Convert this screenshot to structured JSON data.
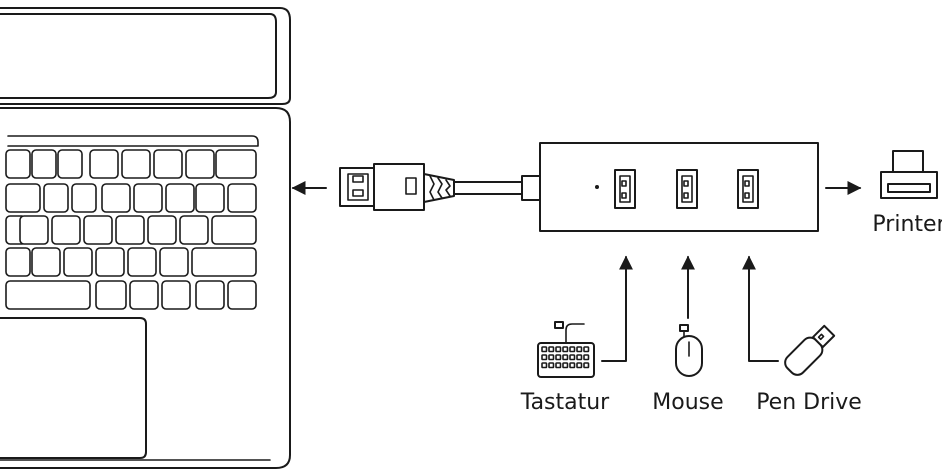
{
  "diagram": {
    "labels": {
      "printer": "Printer",
      "keyboard": "Tastatur",
      "mouse": "Mouse",
      "pen_drive": "Pen Drive"
    },
    "icons": [
      "laptop-icon",
      "usb-plug-icon",
      "usb-hub-icon",
      "printer-icon",
      "keyboard-icon",
      "mouse-icon",
      "pen-drive-icon"
    ],
    "colors": {
      "stroke": "#1a1a1a",
      "background": "#ffffff"
    }
  }
}
